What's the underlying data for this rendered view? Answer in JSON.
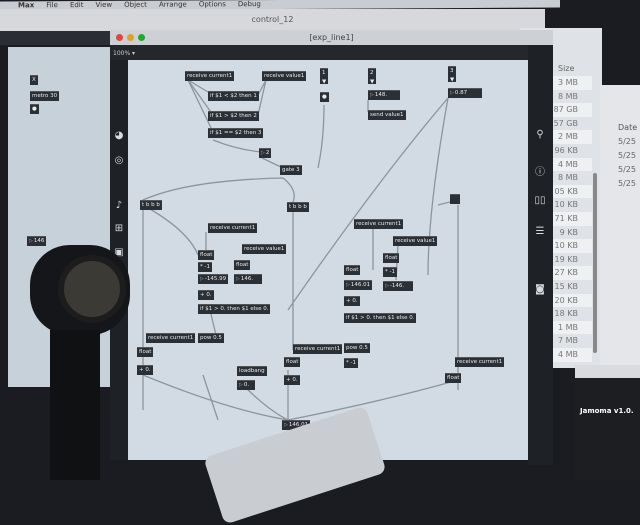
{
  "menubar": [
    "Max",
    "File",
    "Edit",
    "View",
    "Object",
    "Arrange",
    "Options",
    "Debug"
  ],
  "back_window": {
    "title": "control_12",
    "objects": {
      "toggle": "X",
      "metro": "metro 30",
      "number": "146"
    }
  },
  "front_window": {
    "title": "[exp_line1]",
    "zoom": "100% ▾",
    "objects": {
      "r1": "receive current1",
      "r2": "receive value1",
      "if1": "if $1 < $2 then 1",
      "if2": "if $1 > $2 then 2",
      "if3": "if $1 == $2 then 3",
      "n2": "2",
      "gate": "gate 3",
      "m1": "1",
      "m2": "2",
      "m3": "3",
      "n148": "148.",
      "send": "send value1",
      "n087": "0.87",
      "tbbb1": "t b b b",
      "tbbb2": "t b b b",
      "a_rc": "receive current1",
      "a_rv": "receive value1",
      "a_f1": "float",
      "a_m1": "* -1",
      "a_n1": "-145.99",
      "a_p0": "+ 0.",
      "a_if": "if $1 > 0. then $1 else 0.",
      "a_f2": "float",
      "a_n2": "146.",
      "b_rc": "receive current1",
      "b_rv": "receive value1",
      "b_f1": "float",
      "b_n1": "146.01",
      "b_p0": "+ 0.",
      "b_if": "if $1 > 0. then $1 else 0.",
      "b_f2": "float",
      "b_m1": "* -1",
      "b_n2": "-146.",
      "c_rc": "receive current1",
      "c_pow": "pow 0.5",
      "c_f": "float",
      "c_p0": "+ 0.",
      "d_rc": "receive current1",
      "d_pow": "pow 0.5",
      "d_f": "float",
      "d_p0": "+ 0.",
      "d_m1": "* -1",
      "lb": "loadbang",
      "lbn": "0.",
      "e_rc": "receive current1",
      "e_f": "float",
      "out": "146.01"
    }
  },
  "finder": {
    "header": "Size",
    "sizes": [
      "3 MB",
      "8 MB",
      "87 GB",
      "57 GB",
      "2 MB",
      "96 KB",
      "4 MB",
      "8 MB",
      "05 KB",
      "10 KB",
      "71 KB",
      "9 KB",
      "10 KB",
      "19 KB",
      "27 KB",
      "15 KB",
      "20 KB",
      "18 KB",
      "1 MB",
      "7 MB",
      "4 MB"
    ]
  },
  "finder2": {
    "header": "Date",
    "dates": [
      "5/25",
      "5/25",
      "5/25",
      "5/25"
    ]
  },
  "jamoma": {
    "title": "Jamoma v1.0."
  }
}
